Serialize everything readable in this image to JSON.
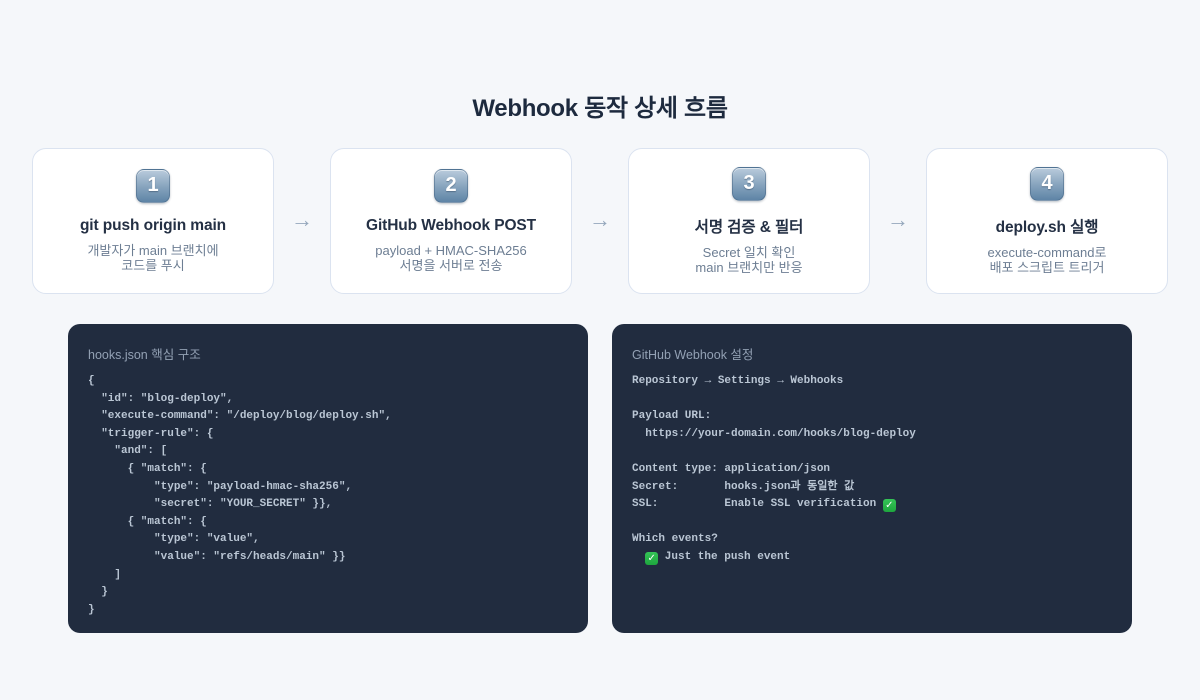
{
  "page": {
    "title": "Webhook 동작 상세 흐름"
  },
  "flow": {
    "arrow": "→"
  },
  "steps": [
    {
      "number": "1",
      "title": "git push origin main",
      "desc": [
        "개발자가 main 브랜치에",
        "코드를 푸시"
      ]
    },
    {
      "number": "2",
      "title": "GitHub Webhook POST",
      "desc": [
        "payload + HMAC-SHA256",
        "서명을 서버로 전송"
      ]
    },
    {
      "number": "3",
      "title": "서명 검증 & 필터",
      "desc": [
        "Secret 일치 확인",
        "main 브랜치만 반응"
      ]
    },
    {
      "number": "4",
      "title": "deploy.sh 실행",
      "desc": [
        "execute-command로",
        "배포 스크립트 트리거"
      ]
    }
  ],
  "panels": [
    {
      "header": "hooks.json 핵심 구조",
      "lines": [
        "{",
        "  \"id\": \"blog-deploy\",",
        "  \"execute-command\": \"/deploy/blog/deploy.sh\",",
        "  \"trigger-rule\": {",
        "    \"and\": [",
        "      { \"match\": {",
        "          \"type\": \"payload-hmac-sha256\",",
        "          \"secret\": \"YOUR_SECRET\" }},",
        "      { \"match\": {",
        "          \"type\": \"value\",",
        "          \"value\": \"refs/heads/main\" }}",
        "    ]",
        "  }",
        "}"
      ]
    },
    {
      "header": "GitHub Webhook 설정",
      "lines": [
        "Repository → Settings → Webhooks",
        "",
        "Payload URL:",
        "  https://your-domain.com/hooks/blog-deploy",
        "",
        "Content type: application/json",
        "Secret:       hooks.json과 동일한 값",
        "SSL:          Enable SSL verification [[check]]",
        "",
        "Which events?",
        "  [[check]] Just the push event"
      ]
    }
  ],
  "colors": {
    "page_background": "#f5f7fa",
    "card_background": "#ffffff",
    "card_border": "#dbe3f0",
    "panel_background": "#212c3f",
    "title_text": "#1d2a3e",
    "muted_text": "#6d7e93",
    "code_text": "#bac6d4",
    "arrow": "#95a8bc",
    "check_green": "#22b142",
    "keycap_top": "#b9cbdc",
    "keycap_bottom": "#5e84a6"
  }
}
